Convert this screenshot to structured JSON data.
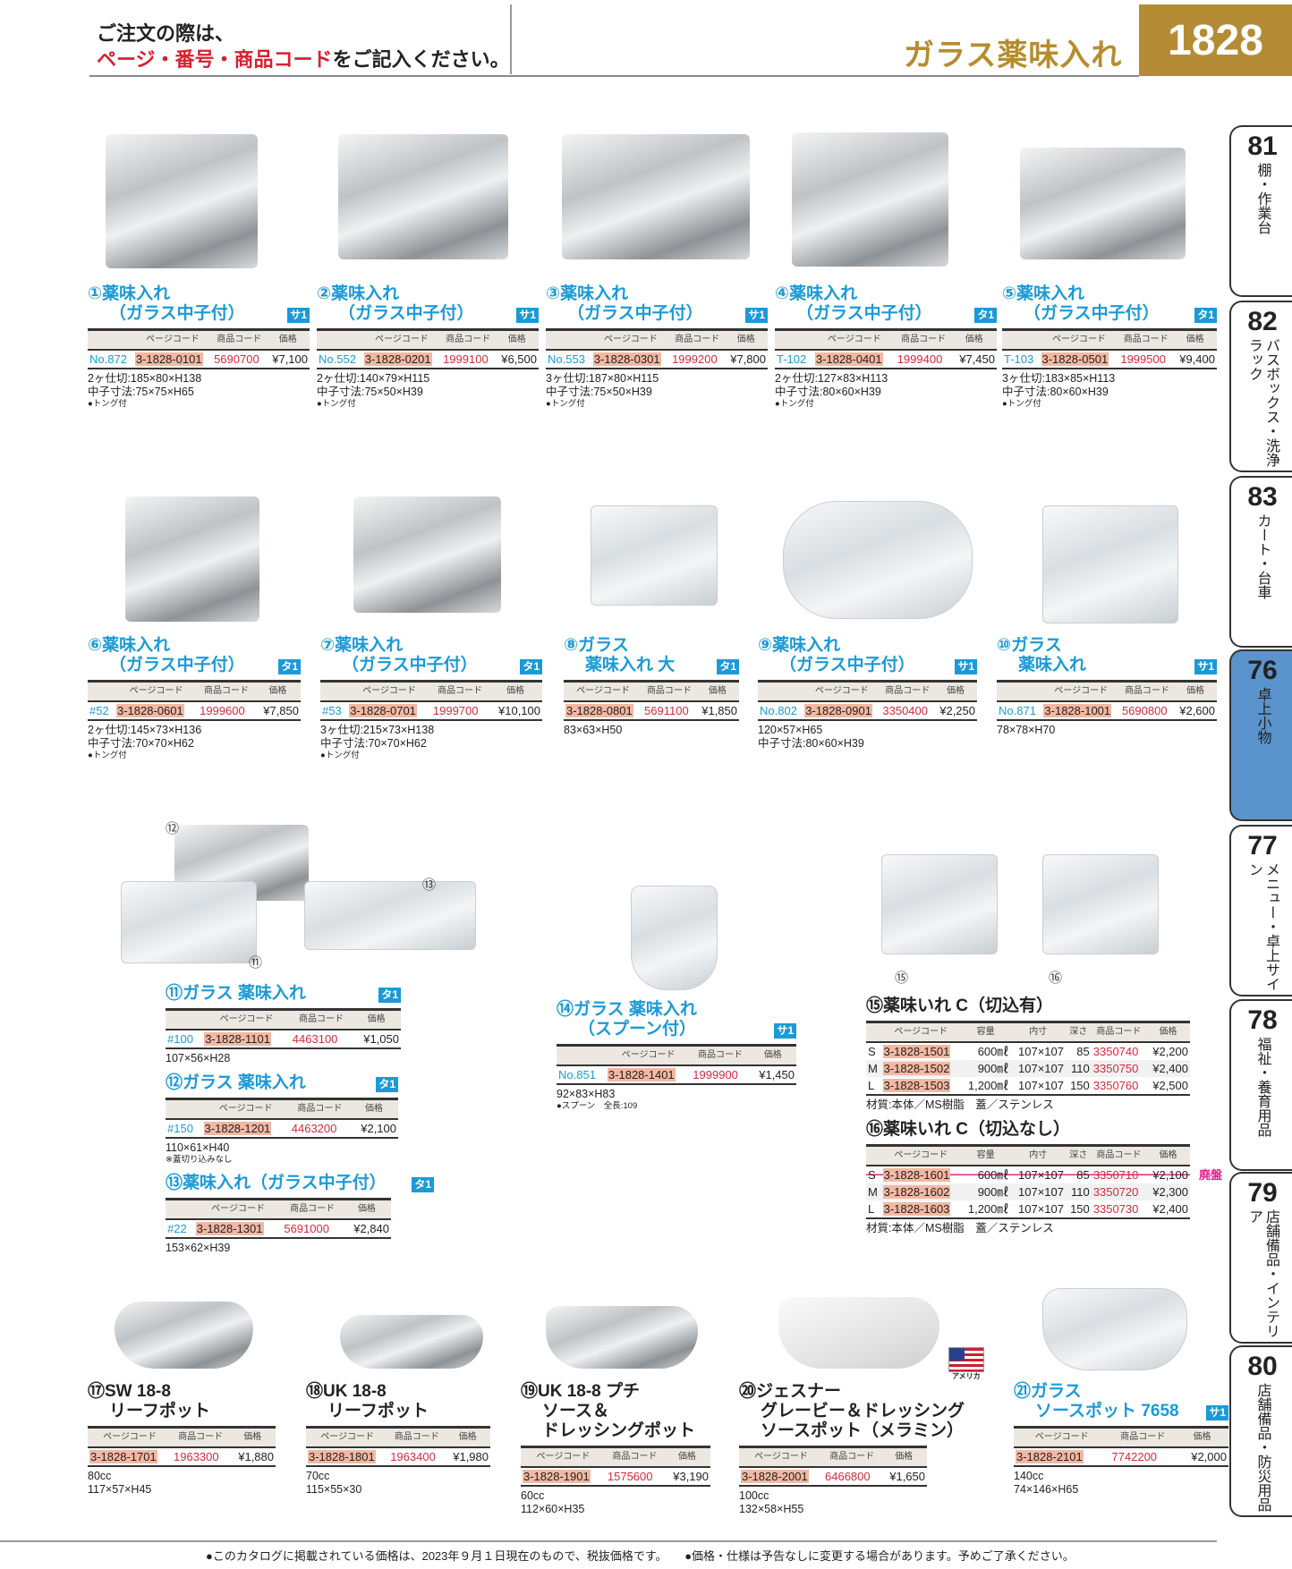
{
  "header": {
    "notice_line1": "ご注文の際は、",
    "notice_red": "ページ・番号・商品コード",
    "notice_rest": "をご記入ください。",
    "title": "ガラス薬味入れ",
    "page_number": "1828"
  },
  "colors": {
    "accent_blue": "#1b9ad7",
    "gold": "#b58c36",
    "code_red": "#d42a3a",
    "page_code_bg": "#f3b8a2",
    "discontinued": "#e0268a",
    "active_tab": "#5b93cc"
  },
  "image_labels": [
    "⑫",
    "⑪",
    "⑬",
    "⑮",
    "⑯"
  ],
  "flag_label": "アメリカ",
  "products": [
    {
      "title": [
        "①薬味入れ",
        "（ガラス中子付）"
      ],
      "color": "blue",
      "badge": "サ1",
      "headers": [
        "",
        "ページコード",
        "商品コード",
        "価格"
      ],
      "kinds": [
        "no",
        "page",
        "code",
        "price"
      ],
      "rows": [
        [
          "No.872",
          "3-1828-0101",
          "5690700",
          "¥7,100"
        ]
      ],
      "specs": [
        "2ヶ仕切:185×80×H138",
        "中子寸法:75×75×H65"
      ],
      "notes": [
        "●トング付"
      ]
    },
    {
      "title": [
        "②薬味入れ",
        "（ガラス中子付）"
      ],
      "color": "blue",
      "badge": "サ1",
      "headers": [
        "",
        "ページコード",
        "商品コード",
        "価格"
      ],
      "kinds": [
        "no",
        "page",
        "code",
        "price"
      ],
      "rows": [
        [
          "No.552",
          "3-1828-0201",
          "1999100",
          "¥6,500"
        ]
      ],
      "specs": [
        "2ヶ仕切:140×79×H115",
        "中子寸法:75×50×H39"
      ],
      "notes": [
        "●トング付"
      ]
    },
    {
      "title": [
        "③薬味入れ",
        "（ガラス中子付）"
      ],
      "color": "blue",
      "badge": "サ1",
      "headers": [
        "",
        "ページコード",
        "商品コード",
        "価格"
      ],
      "kinds": [
        "no",
        "page",
        "code",
        "price"
      ],
      "rows": [
        [
          "No.553",
          "3-1828-0301",
          "1999200",
          "¥7,800"
        ]
      ],
      "specs": [
        "3ヶ仕切:187×80×H115",
        "中子寸法:75×50×H39"
      ],
      "notes": [
        "●トング付"
      ]
    },
    {
      "title": [
        "④薬味入れ",
        "（ガラス中子付）"
      ],
      "color": "blue",
      "badge": "タ1",
      "headers": [
        "",
        "ページコード",
        "商品コード",
        "価格"
      ],
      "kinds": [
        "no",
        "page",
        "code",
        "price"
      ],
      "rows": [
        [
          "T-102",
          "3-1828-0401",
          "1999400",
          "¥7,450"
        ]
      ],
      "specs": [
        "2ヶ仕切:127×83×H113",
        "中子寸法:80×60×H39"
      ],
      "notes": [
        "●トング付"
      ]
    },
    {
      "title": [
        "⑤薬味入れ",
        "（ガラス中子付）"
      ],
      "color": "blue",
      "badge": "タ1",
      "headers": [
        "",
        "ページコード",
        "商品コード",
        "価格"
      ],
      "kinds": [
        "no",
        "page",
        "code",
        "price"
      ],
      "rows": [
        [
          "T-103",
          "3-1828-0501",
          "1999500",
          "¥9,400"
        ]
      ],
      "specs": [
        "3ヶ仕切:183×85×H113",
        "中子寸法:80×60×H39"
      ],
      "notes": [
        "●トング付"
      ]
    },
    {
      "title": [
        "⑥薬味入れ",
        "（ガラス中子付）"
      ],
      "color": "blue",
      "badge": "タ1",
      "headers": [
        "",
        "ページコード",
        "商品コード",
        "価格"
      ],
      "kinds": [
        "no",
        "page",
        "code",
        "price"
      ],
      "rows": [
        [
          "#52",
          "3-1828-0601",
          "1999600",
          "¥7,850"
        ]
      ],
      "specs": [
        "2ヶ仕切:145×73×H136",
        "中子寸法:70×70×H62"
      ],
      "notes": [
        "●トング付"
      ]
    },
    {
      "title": [
        "⑦薬味入れ",
        "（ガラス中子付）"
      ],
      "color": "blue",
      "badge": "タ1",
      "headers": [
        "",
        "ページコード",
        "商品コード",
        "価格"
      ],
      "kinds": [
        "no",
        "page",
        "code",
        "price"
      ],
      "rows": [
        [
          "#53",
          "3-1828-0701",
          "1999700",
          "¥10,100"
        ]
      ],
      "specs": [
        "3ヶ仕切:215×73×H138",
        "中子寸法:70×70×H62"
      ],
      "notes": [
        "●トング付"
      ]
    },
    {
      "title": [
        "⑧ガラス",
        "薬味入れ 大"
      ],
      "color": "blue",
      "badge": "タ1",
      "headers": [
        "ページコード",
        "商品コード",
        "価格"
      ],
      "kinds": [
        "page",
        "code",
        "price"
      ],
      "rows": [
        [
          "3-1828-0801",
          "5691100",
          "¥1,850"
        ]
      ],
      "specs": [
        "83×63×H50"
      ],
      "notes": []
    },
    {
      "title": [
        "⑨薬味入れ",
        "（ガラス中子付）"
      ],
      "color": "blue",
      "badge": "サ1",
      "headers": [
        "",
        "ページコード",
        "商品コード",
        "価格"
      ],
      "kinds": [
        "no",
        "page",
        "code",
        "price"
      ],
      "rows": [
        [
          "No.802",
          "3-1828-0901",
          "3350400",
          "¥2,250"
        ]
      ],
      "specs": [
        "120×57×H65",
        "中子寸法:80×60×H39"
      ],
      "notes": []
    },
    {
      "title": [
        "⑩ガラス",
        "薬味入れ"
      ],
      "color": "blue",
      "badge": "サ1",
      "headers": [
        "",
        "ページコード",
        "商品コード",
        "価格"
      ],
      "kinds": [
        "no",
        "page",
        "code",
        "price"
      ],
      "rows": [
        [
          "No.871",
          "3-1828-1001",
          "5690800",
          "¥2,600"
        ]
      ],
      "specs": [
        "78×78×H70"
      ],
      "notes": []
    },
    {
      "title": [
        "⑪ガラス 薬味入れ"
      ],
      "color": "blue",
      "badge": "タ1",
      "headers": [
        "",
        "ページコード",
        "商品コード",
        "価格"
      ],
      "kinds": [
        "no",
        "page",
        "code",
        "price"
      ],
      "rows": [
        [
          "#100",
          "3-1828-1101",
          "4463100",
          "¥1,050"
        ]
      ],
      "specs": [
        "107×56×H28"
      ],
      "notes": []
    },
    {
      "title": [
        "⑫ガラス 薬味入れ"
      ],
      "color": "blue",
      "badge": "タ1",
      "headers": [
        "",
        "ページコード",
        "商品コード",
        "価格"
      ],
      "kinds": [
        "no",
        "page",
        "code",
        "price"
      ],
      "rows": [
        [
          "#150",
          "3-1828-1201",
          "4463200",
          "¥2,100"
        ]
      ],
      "specs": [
        "110×61×H40"
      ],
      "notes": [
        "※蓋切り込みなし"
      ]
    },
    {
      "title": [
        "⑬薬味入れ（ガラス中子付）"
      ],
      "color": "blue",
      "badge": "タ1",
      "headers": [
        "",
        "ページコード",
        "商品コード",
        "価格"
      ],
      "kinds": [
        "no",
        "page",
        "code",
        "price"
      ],
      "rows": [
        [
          "#22",
          "3-1828-1301",
          "5691000",
          "¥2,840"
        ]
      ],
      "specs": [
        "153×62×H39"
      ],
      "notes": []
    },
    {
      "title": [
        "⑭ガラス 薬味入れ",
        "（スプーン付）"
      ],
      "color": "blue",
      "badge": "サ1",
      "headers": [
        "",
        "ページコード",
        "商品コード",
        "価格"
      ],
      "kinds": [
        "no",
        "page",
        "code",
        "price"
      ],
      "rows": [
        [
          "No.851",
          "3-1828-1401",
          "1999900",
          "¥1,450"
        ]
      ],
      "specs": [
        "92×83×H83"
      ],
      "notes": [
        "●スプーン　全長:109"
      ]
    },
    {
      "title": [
        "⑮薬味いれ C（切込有）"
      ],
      "color": "black",
      "badge": "",
      "headers": [
        "",
        "ページコード",
        "容量",
        "内寸",
        "深さ",
        "商品コード",
        "価格"
      ],
      "kinds": [
        "size",
        "page",
        "num",
        "num",
        "num",
        "code",
        "price"
      ],
      "rows": [
        [
          "S",
          "3-1828-1501",
          "600㎖",
          "107×107",
          "85",
          "3350740",
          "¥2,200"
        ],
        [
          "M",
          "3-1828-1502",
          "900㎖",
          "107×107",
          "110",
          "3350750",
          "¥2,400"
        ],
        [
          "L",
          "3-1828-1503",
          "1,200㎖",
          "107×107",
          "150",
          "3350760",
          "¥2,500"
        ]
      ],
      "specs": [
        "材質:本体／MS樹脂　蓋／ステンレス"
      ],
      "notes": []
    },
    {
      "title": [
        "⑯薬味いれ C（切込なし）"
      ],
      "color": "black",
      "badge": "",
      "headers": [
        "",
        "ページコード",
        "容量",
        "内寸",
        "深さ",
        "商品コード",
        "価格"
      ],
      "kinds": [
        "size",
        "page",
        "num",
        "num",
        "num",
        "code",
        "price"
      ],
      "rows": [
        [
          "S",
          "3-1828-1601",
          "600㎖",
          "107×107",
          "85",
          "3350710",
          "¥2,100"
        ],
        [
          "M",
          "3-1828-1602",
          "900㎖",
          "107×107",
          "110",
          "3350720",
          "¥2,300"
        ],
        [
          "L",
          "3-1828-1603",
          "1,200㎖",
          "107×107",
          "150",
          "3350730",
          "¥2,400"
        ]
      ],
      "discontinued_row": 0,
      "discontinued_label": "廃盤",
      "specs": [
        "材質:本体／MS樹脂　蓋／ステンレス"
      ],
      "notes": []
    },
    {
      "title": [
        "⑰SW 18-8",
        "リーフポット"
      ],
      "color": "black",
      "badge": "",
      "headers": [
        "ページコード",
        "商品コード",
        "価格"
      ],
      "kinds": [
        "page",
        "code",
        "price"
      ],
      "rows": [
        [
          "3-1828-1701",
          "1963300",
          "¥1,880"
        ]
      ],
      "specs": [
        "80cc",
        "117×57×H45"
      ],
      "notes": []
    },
    {
      "title": [
        "⑱UK 18-8",
        "リーフポット"
      ],
      "color": "black",
      "badge": "",
      "headers": [
        "ページコード",
        "商品コード",
        "価格"
      ],
      "kinds": [
        "page",
        "code",
        "price"
      ],
      "rows": [
        [
          "3-1828-1801",
          "1963400",
          "¥1,980"
        ]
      ],
      "specs": [
        "70cc",
        "115×55×30"
      ],
      "notes": []
    },
    {
      "title": [
        "⑲UK 18-8 プチ",
        "ソース＆",
        "ドレッシングポット"
      ],
      "color": "black",
      "badge": "",
      "headers": [
        "ページコード",
        "商品コード",
        "価格"
      ],
      "kinds": [
        "page",
        "code",
        "price"
      ],
      "rows": [
        [
          "3-1828-1901",
          "1575600",
          "¥3,190"
        ]
      ],
      "specs": [
        "60cc",
        "112×60×H35"
      ],
      "notes": []
    },
    {
      "title": [
        "⑳ジェスナー",
        "グレービー＆ドレッシング",
        "ソースポット（メラミン）"
      ],
      "color": "black",
      "badge": "",
      "headers": [
        "ページコード",
        "商品コード",
        "価格"
      ],
      "kinds": [
        "page",
        "code",
        "price"
      ],
      "rows": [
        [
          "3-1828-2001",
          "6466800",
          "¥1,650"
        ]
      ],
      "specs": [
        "100cc",
        "132×58×H55"
      ],
      "notes": []
    },
    {
      "title": [
        "㉑ガラス",
        "ソースポット 7658"
      ],
      "color": "blue",
      "badge": "サ1",
      "headers": [
        "ページコード",
        "商品コード",
        "価格"
      ],
      "kinds": [
        "page",
        "code",
        "price"
      ],
      "rows": [
        [
          "3-1828-2101",
          "7742200",
          "¥2,000"
        ]
      ],
      "specs": [
        "140cc",
        "74×146×H65"
      ],
      "notes": []
    }
  ],
  "side_tabs": [
    {
      "num": "81",
      "label": "棚・作業台",
      "active": false
    },
    {
      "num": "82",
      "label": "バスボックス・洗浄ラック",
      "active": false
    },
    {
      "num": "83",
      "label": "カート・台車",
      "active": false
    },
    {
      "num": "76",
      "label": "卓上小物",
      "active": true
    },
    {
      "num": "77",
      "label": "メニュー・卓上サイン",
      "active": false
    },
    {
      "num": "78",
      "label": "福祉・養育用品",
      "active": false
    },
    {
      "num": "79",
      "label": "店舗備品・インテリア",
      "active": false
    },
    {
      "num": "80",
      "label": "店舗備品・防災用品",
      "active": false
    }
  ],
  "footer": {
    "note1": "●このカタログに掲載されている価格は、2023年９月１日現在のもので、税抜価格です。",
    "note2": "●価格・仕様は予告なしに変更する場合があります。予めご了承ください。"
  }
}
